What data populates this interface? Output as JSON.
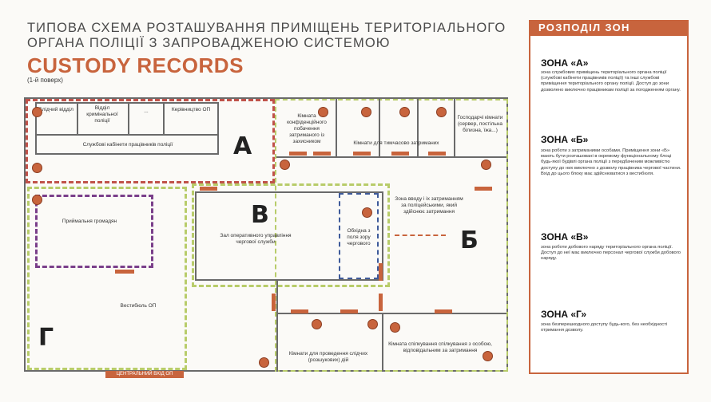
{
  "title": "ТИПОВА СХЕМА РОЗТАШУВАННЯ ПРИМІЩЕНЬ ТЕРИТОРІАЛЬНОГО ОРГАНА ПОЛІЦІЇ З ЗАПРОВАДЖЕНОЮ СИСТЕМОЮ",
  "brand": "CUSTODY RECORDS",
  "floor": "(1-й поверх)",
  "colors": {
    "accent": "#c8643d",
    "zone_a": "#c0524a",
    "zone_green": "#b8cc6a",
    "purple": "#7a3f8a",
    "blue": "#3e5a9a"
  },
  "plan": {
    "rooms": {
      "chergovyi": "Слідчий відділ",
      "viddil": "Відділ кримінальної поліції",
      "dots": "...",
      "kerivnyk": "Керівництво ОП",
      "sluzhbovi": "Службові кабінети працівників поліції",
      "konfid": "Кімната конфіденційного побачення затриманого із захисником",
      "tymch": "Кімнати для тимчасово затриманих",
      "gosp": "Господарчі кімнати (сервер, постільна білизна, їжа...)",
      "zal": "Зал оперативного управління чергової служби",
      "obkhid": "Обхідна з поля зору чергового",
      "zona_vhid": "Зона вводу і іх затриманням за поліцейськими, який здійснює затримання",
      "pryimalnia": "Приймальня громадян",
      "vestybiul": "Вестибюль ОП",
      "kimnata_slidchi": "Кімнати для проведення слідчих (розшукових) дій",
      "kimnata_spilk": "Кімната спілкування спілкування з особою, відповідальним за затримання",
      "entrance": "ЦЕНТРАЛЬНИЙ ВХІД ОП"
    },
    "zone_letters": {
      "a": "А",
      "b": "Б",
      "v": "В",
      "g": "Г"
    }
  },
  "panel": {
    "heading": "РОЗПОДІЛ ЗОН",
    "zones": [
      {
        "title": "ЗОНА «А»",
        "text": "зона службових приміщень територіального органа поліції (службові кабінети працівників поліції) та інші службові приміщення територіального органу поліції. Доступ до зони дозволено виключно працівникам поліції за погодженням органу."
      },
      {
        "title": "ЗОНА «Б»",
        "text": "зона роботи з затриманими особами. Приміщення зони «Б» мають бути розташовані в окремому функціональному блоці будь-якої будівлі органа поліції з передбаченим можливістю доступу до них виключно з дозволу працівника чергової частини. Вхід до цього блоку має здійснюватися з вестибюля."
      },
      {
        "title": "ЗОНА «В»",
        "text": "зона роботи добового наряду територіального органа поліції. Доступ до неї має виключно персонал чергової служби добового наряду."
      },
      {
        "title": "ЗОНА «Г»",
        "text": "зона безперешкодного доступу будь-кого, без необхідності отримання дозволу."
      }
    ]
  }
}
